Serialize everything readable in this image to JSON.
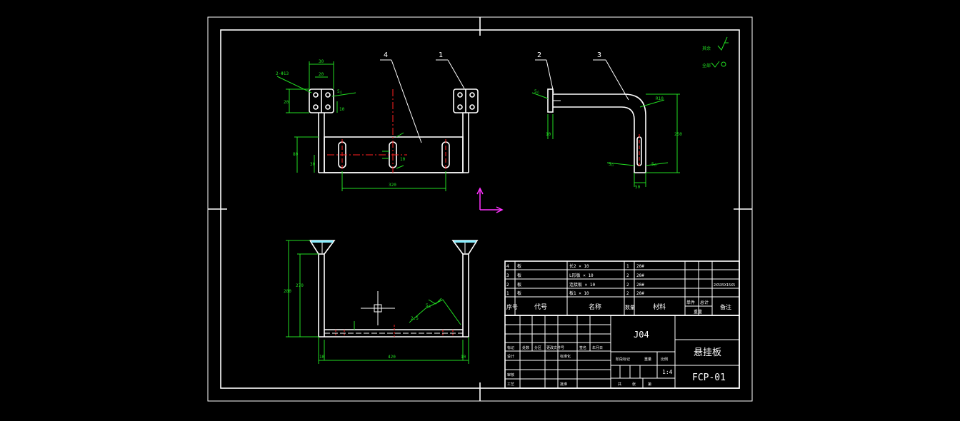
{
  "balloons": {
    "b1": "1",
    "b2": "2",
    "b3": "3",
    "b4": "4"
  },
  "dims": {
    "top_w1": "30",
    "top_w2": "20",
    "top_h1": "20",
    "top_h2": "10",
    "top_hole": "2-Φ13",
    "top_weld": "5△",
    "front_h1": "80",
    "front_h2": "30",
    "front_len": "320",
    "front_slot": "10",
    "side_h": "250",
    "side_w": "50",
    "side_r": "R10",
    "side_t": "10",
    "side_weld1": "5△",
    "side_weld2": "5△",
    "side_weld3": "5△",
    "bot_h1": "280",
    "bot_h2": "270",
    "bot_len": "420",
    "bot_l1": "10",
    "bot_l2": "10",
    "bot_weld": "5△",
    "bot_gap": "2.5"
  },
  "roughness": {
    "label1": "其余",
    "label2": "全部"
  },
  "bom": {
    "rows": [
      {
        "no": "4",
        "code": "板",
        "name": "长2 ×  10",
        "qty": "1",
        "material": "20#",
        "note": ""
      },
      {
        "no": "3",
        "code": "板",
        "name": "L形板 ×  10",
        "qty": "2",
        "material": "20#",
        "note": ""
      },
      {
        "no": "2",
        "code": "板",
        "name": "连接板 ×  10",
        "qty": "2",
        "material": "20#",
        "note": "2X5X5X15X5"
      },
      {
        "no": "1",
        "code": "板",
        "name": "板1 ×  10",
        "qty": "2",
        "material": "20#",
        "note": ""
      }
    ],
    "header": {
      "no": "序号",
      "code": "代号",
      "name": "名称",
      "qty": "数量",
      "material": "材料",
      "single": "单件",
      "total": "总计",
      "weight": "重量",
      "note": "备注"
    }
  },
  "title_block": {
    "material_mark": "J04",
    "part_name": "悬挂板",
    "drawing_no": "FCP-01",
    "scale": "1:4",
    "labels": {
      "mark": "标记",
      "count": "处数",
      "zone": "分区",
      "change_doc": "更改文件号",
      "sign": "签名",
      "date": "年月日",
      "design": "设计",
      "standard": "标准化",
      "check": "审核",
      "process": "工艺",
      "approve": "批准",
      "stage": "阶段标记",
      "weight": "重量",
      "ratio": "比例",
      "total": "共",
      "sheet": "张",
      "sheet_of": "第"
    }
  }
}
